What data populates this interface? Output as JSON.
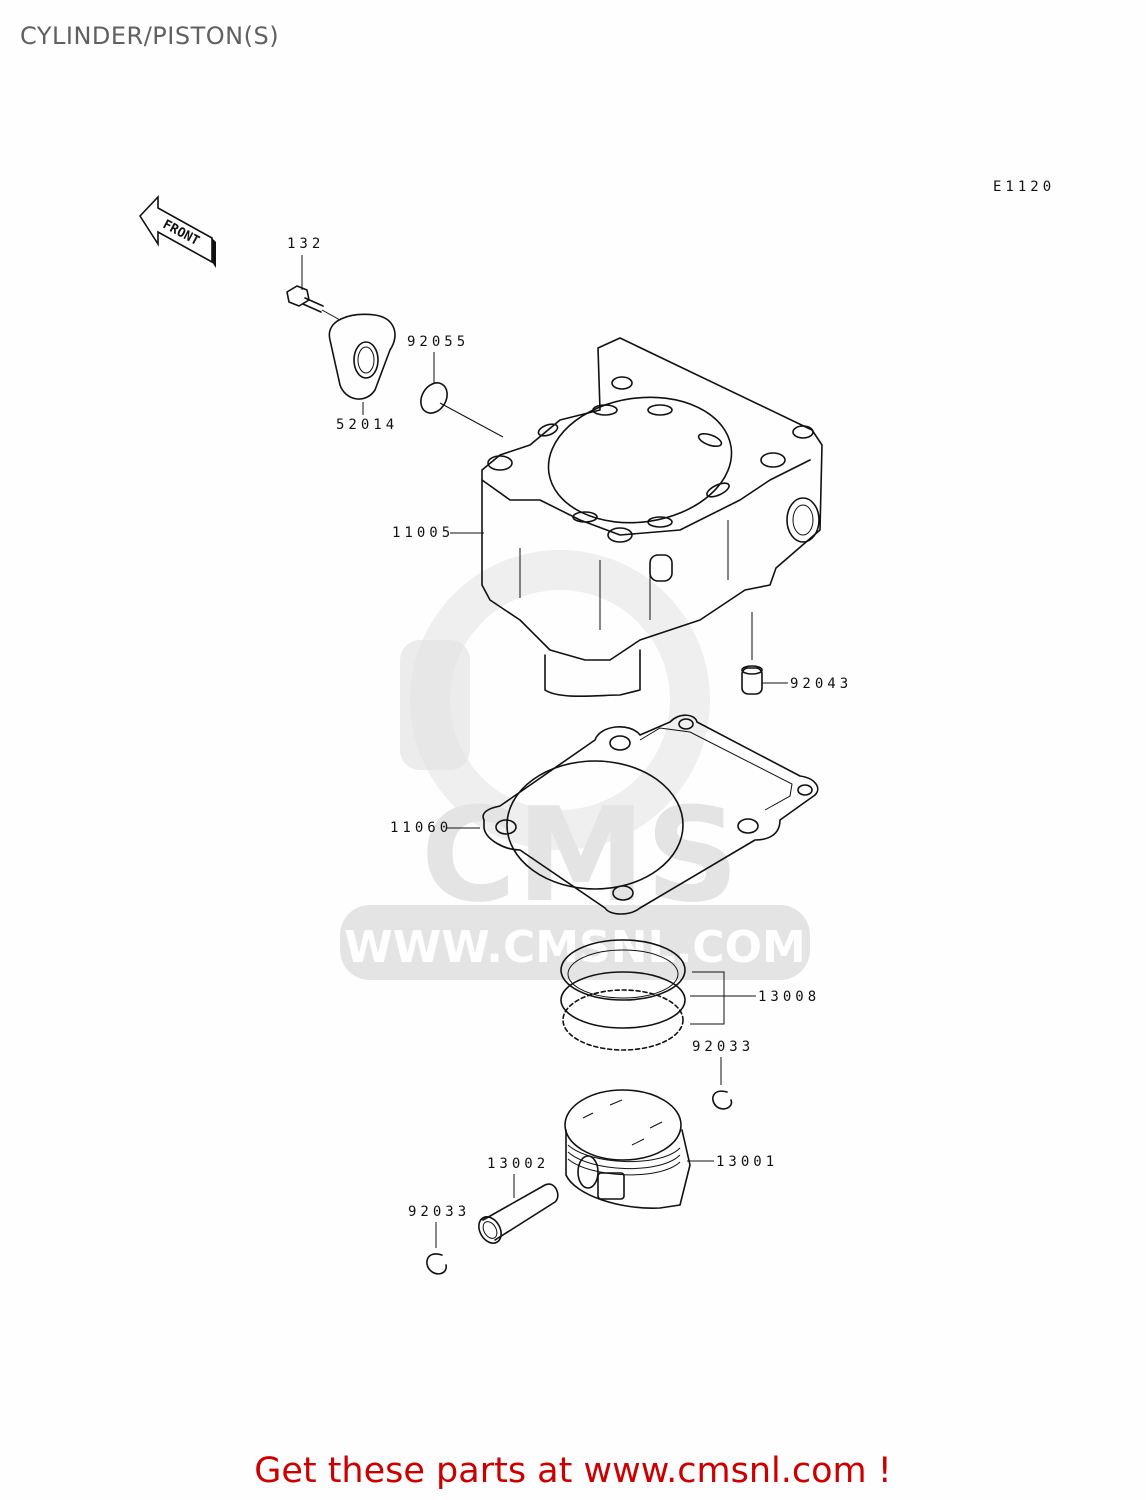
{
  "page": {
    "title": "CYLINDER/PISTON(S)",
    "diagram_code": "E1120",
    "front_label": "FRONT",
    "watermark_text": "WWW.CMSNL.COM",
    "watermark_logo": "CMS"
  },
  "parts": [
    {
      "ref": "132",
      "name": "bolt"
    },
    {
      "ref": "52014",
      "name": "cam-chain-tensioner"
    },
    {
      "ref": "92055",
      "name": "o-ring"
    },
    {
      "ref": "11005",
      "name": "cylinder"
    },
    {
      "ref": "92043",
      "name": "dowel-pin"
    },
    {
      "ref": "11060",
      "name": "cylinder-base-gasket"
    },
    {
      "ref": "13008",
      "name": "piston-ring-set"
    },
    {
      "ref": "92033",
      "name": "piston-pin-clip-right"
    },
    {
      "ref": "13001",
      "name": "piston"
    },
    {
      "ref": "13002",
      "name": "piston-pin"
    },
    {
      "ref": "92033",
      "name": "piston-pin-clip-left"
    }
  ],
  "footer": {
    "text": "Get these parts at www.cmsnl.com !"
  },
  "colors": {
    "footer": "#cc0000",
    "title": "#606060",
    "watermark": "#e4e4e4"
  }
}
